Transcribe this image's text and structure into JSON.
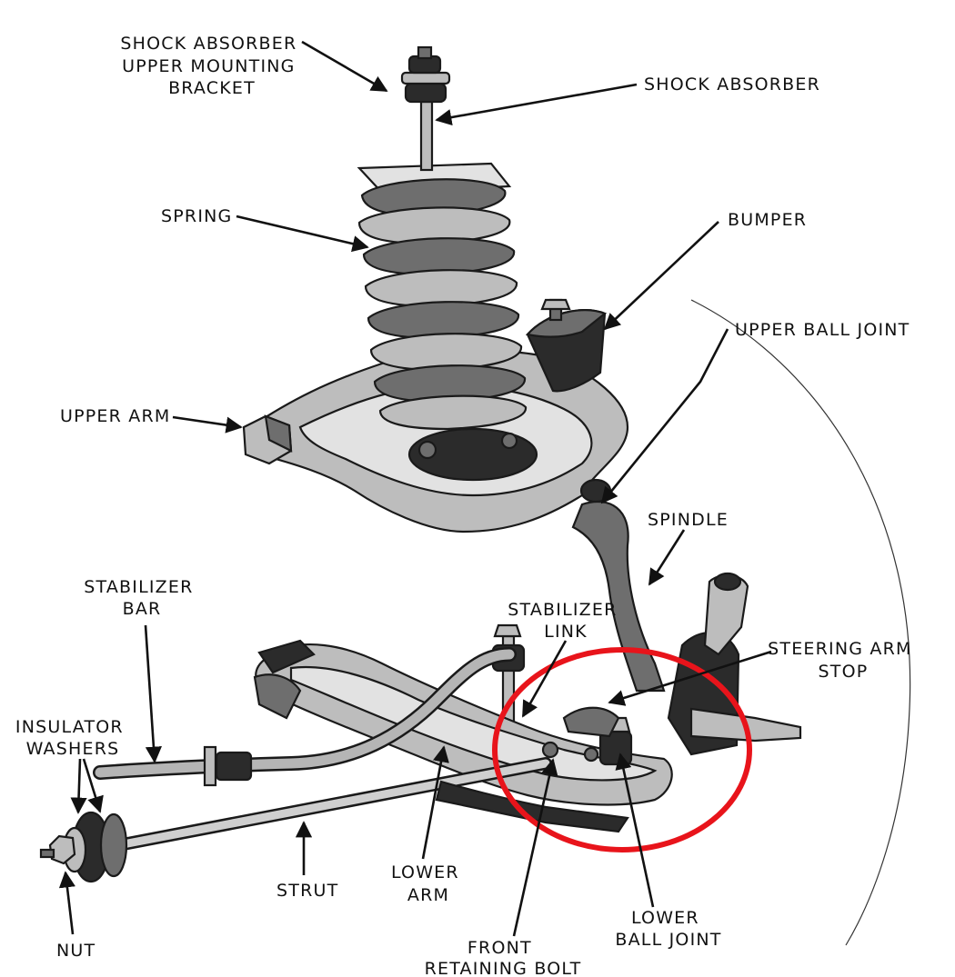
{
  "labels": {
    "shock_upper_bracket": [
      "SHOCK ABSORBER",
      "UPPER MOUNTING",
      "BRACKET"
    ],
    "shock_absorber": "SHOCK ABSORBER",
    "spring": "SPRING",
    "bumper": "BUMPER",
    "upper_ball_joint": "UPPER BALL JOINT",
    "upper_arm": "UPPER ARM",
    "spindle": "SPINDLE",
    "stabilizer_bar": [
      "STABILIZER",
      "BAR"
    ],
    "stabilizer_link": [
      "STABILIZER",
      "LINK"
    ],
    "steering_arm_stop": [
      "STEERING ARM",
      "STOP"
    ],
    "insulator_washers": [
      "INSULATOR",
      "WASHERS"
    ],
    "strut": "STRUT",
    "lower_arm": [
      "LOWER",
      "ARM"
    ],
    "lower_ball_joint": [
      "LOWER",
      "BALL JOINT"
    ],
    "front_retaining_bolt": [
      "FRONT",
      "RETAINING BOLT"
    ],
    "nut": "NUT"
  },
  "highlight": {
    "color": "#e8141b"
  },
  "icons": {
    "callout": "arrow-pointer"
  }
}
